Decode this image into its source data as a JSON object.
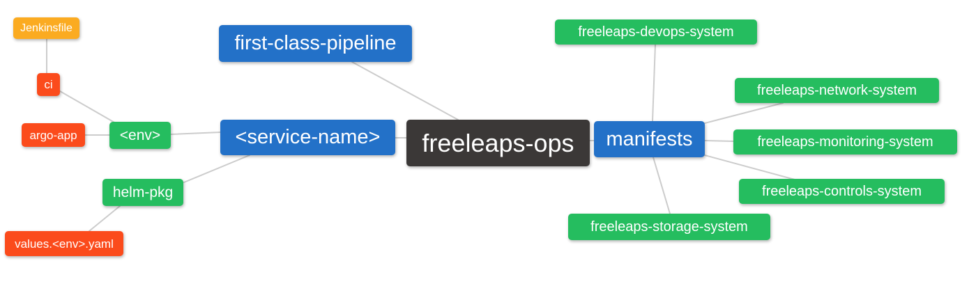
{
  "diagram": {
    "type": "mindmap",
    "root_label": "freeleaps-ops"
  },
  "nodes": [
    {
      "id": "jenkinsfile",
      "label": "Jenkinsfile",
      "level": "leaf",
      "color": "#fbab21"
    },
    {
      "id": "ci",
      "label": "ci",
      "level": "leaf",
      "color": "#fb4b1c"
    },
    {
      "id": "argo-app",
      "label": "argo-app",
      "level": "leaf",
      "color": "#fb4b1c"
    },
    {
      "id": "env",
      "label": "<env>",
      "level": "sub",
      "color": "#25bd5f"
    },
    {
      "id": "helm-pkg",
      "label": "helm-pkg",
      "level": "sub",
      "color": "#25bd5f"
    },
    {
      "id": "values-env-yaml",
      "label": "values.<env>.yaml",
      "level": "leaf",
      "color": "#fb4b1c"
    },
    {
      "id": "first-class-pipeline",
      "label": "first-class-pipeline",
      "level": "branch",
      "color": "#2371c8"
    },
    {
      "id": "service-name",
      "label": "<service-name>",
      "level": "branch",
      "color": "#2371c8"
    },
    {
      "id": "freeleaps-ops",
      "label": "freeleaps-ops",
      "level": "root",
      "color": "#3b3837"
    },
    {
      "id": "manifests",
      "label": "manifests",
      "level": "branch",
      "color": "#2371c8"
    },
    {
      "id": "devops-system",
      "label": "freeleaps-devops-system",
      "level": "sub",
      "color": "#25bd5f"
    },
    {
      "id": "network-system",
      "label": "freeleaps-network-system",
      "level": "sub",
      "color": "#25bd5f"
    },
    {
      "id": "monitoring-system",
      "label": "freeleaps-monitoring-system",
      "level": "sub",
      "color": "#25bd5f"
    },
    {
      "id": "controls-system",
      "label": "freeleaps-controls-system",
      "level": "sub",
      "color": "#25bd5f"
    },
    {
      "id": "storage-system",
      "label": "freeleaps-storage-system",
      "level": "sub",
      "color": "#25bd5f"
    }
  ],
  "edges": [
    {
      "from": "jenkinsfile",
      "to": "ci"
    },
    {
      "from": "ci",
      "to": "env"
    },
    {
      "from": "argo-app",
      "to": "env"
    },
    {
      "from": "env",
      "to": "service-name"
    },
    {
      "from": "helm-pkg",
      "to": "service-name"
    },
    {
      "from": "values-env-yaml",
      "to": "helm-pkg"
    },
    {
      "from": "first-class-pipeline",
      "to": "freeleaps-ops"
    },
    {
      "from": "service-name",
      "to": "freeleaps-ops"
    },
    {
      "from": "freeleaps-ops",
      "to": "manifests"
    },
    {
      "from": "manifests",
      "to": "devops-system"
    },
    {
      "from": "manifests",
      "to": "network-system"
    },
    {
      "from": "manifests",
      "to": "monitoring-system"
    },
    {
      "from": "manifests",
      "to": "controls-system"
    },
    {
      "from": "manifests",
      "to": "storage-system"
    }
  ],
  "colors": {
    "root_node": "#3b3837",
    "branch_node": "#2371c8",
    "green_node": "#25bd5f",
    "red_node": "#fb4b1c",
    "orange_node": "#fbab21",
    "edge_line": "#cccccc",
    "node_text": "#ffffff",
    "background": "#ffffff"
  }
}
